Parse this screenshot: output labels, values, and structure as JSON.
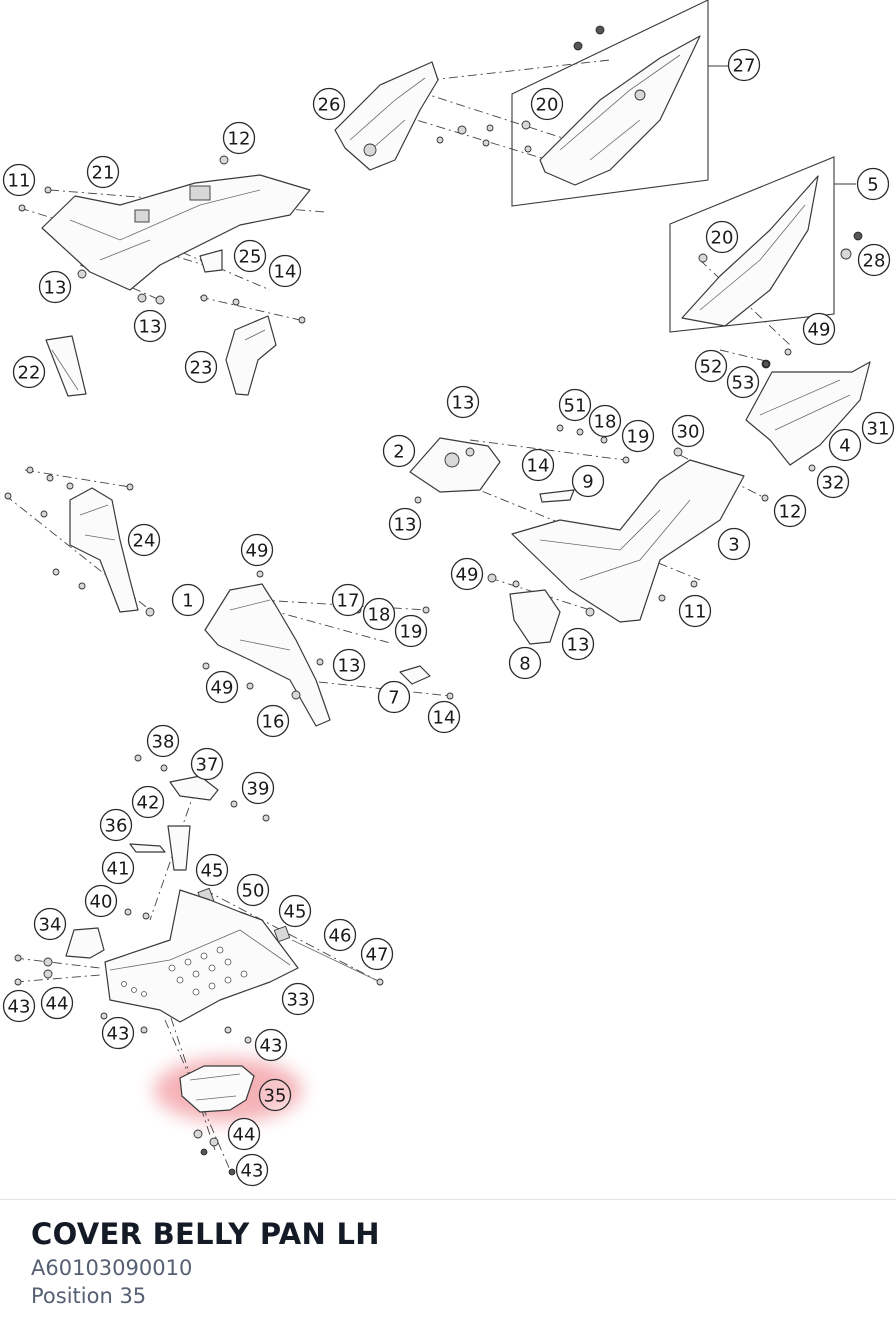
{
  "part": {
    "title": "COVER BELLY PAN LH",
    "number": "A60103090010",
    "position": "Position 35"
  },
  "highlight": {
    "label": "35",
    "color": "#e8555e"
  },
  "callouts": [
    "1",
    "2",
    "3",
    "4",
    "5",
    "7",
    "8",
    "9",
    "11",
    "11",
    "12",
    "12",
    "13",
    "13",
    "13",
    "13",
    "13",
    "13",
    "14",
    "14",
    "14",
    "16",
    "17",
    "18",
    "18",
    "19",
    "19",
    "20",
    "20",
    "21",
    "22",
    "23",
    "24",
    "25",
    "26",
    "27",
    "28",
    "30",
    "31",
    "32",
    "33",
    "34",
    "35",
    "36",
    "37",
    "38",
    "39",
    "40",
    "41",
    "42",
    "43",
    "43",
    "43",
    "43",
    "44",
    "44",
    "45",
    "45",
    "46",
    "47",
    "49",
    "49",
    "49",
    "49",
    "50",
    "51",
    "52",
    "53"
  ]
}
